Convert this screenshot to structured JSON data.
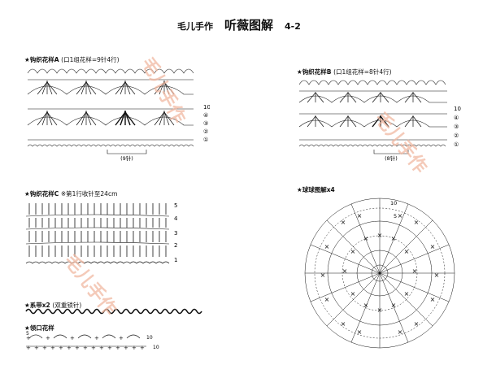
{
  "header": {
    "brand": "毛儿手作",
    "title": "听薇图解",
    "page": "4-2"
  },
  "sections": {
    "a": {
      "label": "★钩织花样A",
      "note": "(口1组花样=9针4行)",
      "repeat": "(9针)",
      "rows": [
        "10",
        "④",
        "③",
        "②",
        "①"
      ]
    },
    "b": {
      "label": "★钩织花样B",
      "note": "(口1组花样=8针4行)",
      "repeat": "(8针)",
      "rows": [
        "10",
        "④",
        "③",
        "②",
        "①"
      ]
    },
    "c": {
      "label": "★钩织花样C",
      "note": "※第1行收针至24cm",
      "rows": [
        "5",
        "4",
        "3",
        "2",
        "1"
      ]
    },
    "ball": {
      "label": "★球球图解x4",
      "marks": [
        "10",
        "5"
      ]
    },
    "tie": {
      "label": "★系带x2",
      "note": "(双重锁针)"
    },
    "collar": {
      "label": "★领口花样",
      "marks": [
        "10",
        "5",
        "10"
      ]
    }
  },
  "watermark": {
    "text": "毛儿手作"
  },
  "colors": {
    "ink": "#111111",
    "watermark": "#f1b9a2",
    "background": "#ffffff"
  }
}
